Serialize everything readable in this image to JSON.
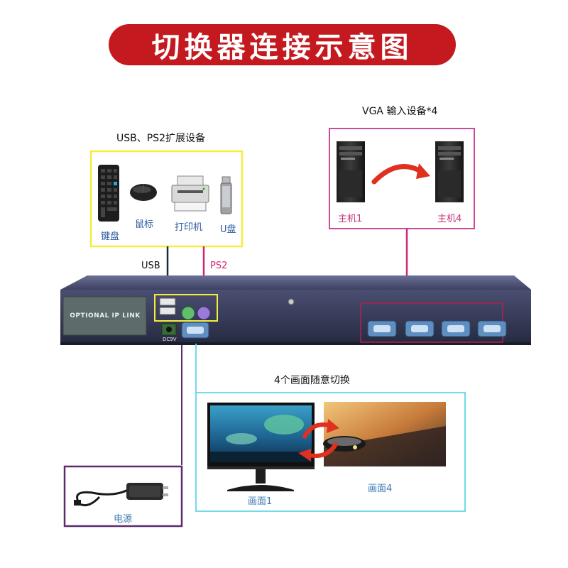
{
  "title": "切换器连接示意图",
  "peripherals": {
    "caption": "USB、PS2扩展设备",
    "items": [
      {
        "label": "键盘",
        "icon": "keyboard-icon"
      },
      {
        "label": "鼠标",
        "icon": "mouse-icon"
      },
      {
        "label": "打印机",
        "icon": "printer-icon"
      },
      {
        "label": "U盘",
        "icon": "usb-drive-icon"
      }
    ]
  },
  "hosts": {
    "caption": "VGA 输入设备*4",
    "host1_label": "主机1",
    "host4_label": "主机4"
  },
  "links": {
    "usb_label": "USB",
    "ps2_label": "PS2"
  },
  "device": {
    "panel_label": "OPTIONAL IP LINK",
    "power_port_label": "DC9V"
  },
  "display": {
    "caption": "4个画面随意切换",
    "screen1_label": "画面1",
    "screen4_label": "画面4"
  },
  "power": {
    "label": "电源"
  },
  "colors": {
    "banner": "#c41a1f",
    "peripheral_border": "#f5ee3c",
    "host_border": "#cc4a9a",
    "display_border": "#5fd6e8",
    "power_border": "#5a2b6e",
    "ps2_text": "#d62271",
    "device_body": "#2f3350",
    "arrow": "#e03020"
  }
}
